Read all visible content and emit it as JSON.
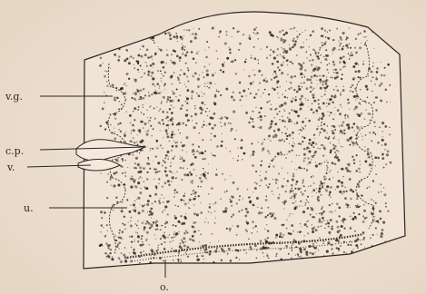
{
  "figure": {
    "background": "#efe2d3",
    "ink": "#2a2520",
    "labels": {
      "vg": "v.g.",
      "cp": "c.p.",
      "v": "v.",
      "u": "u.",
      "o": "o."
    }
  }
}
